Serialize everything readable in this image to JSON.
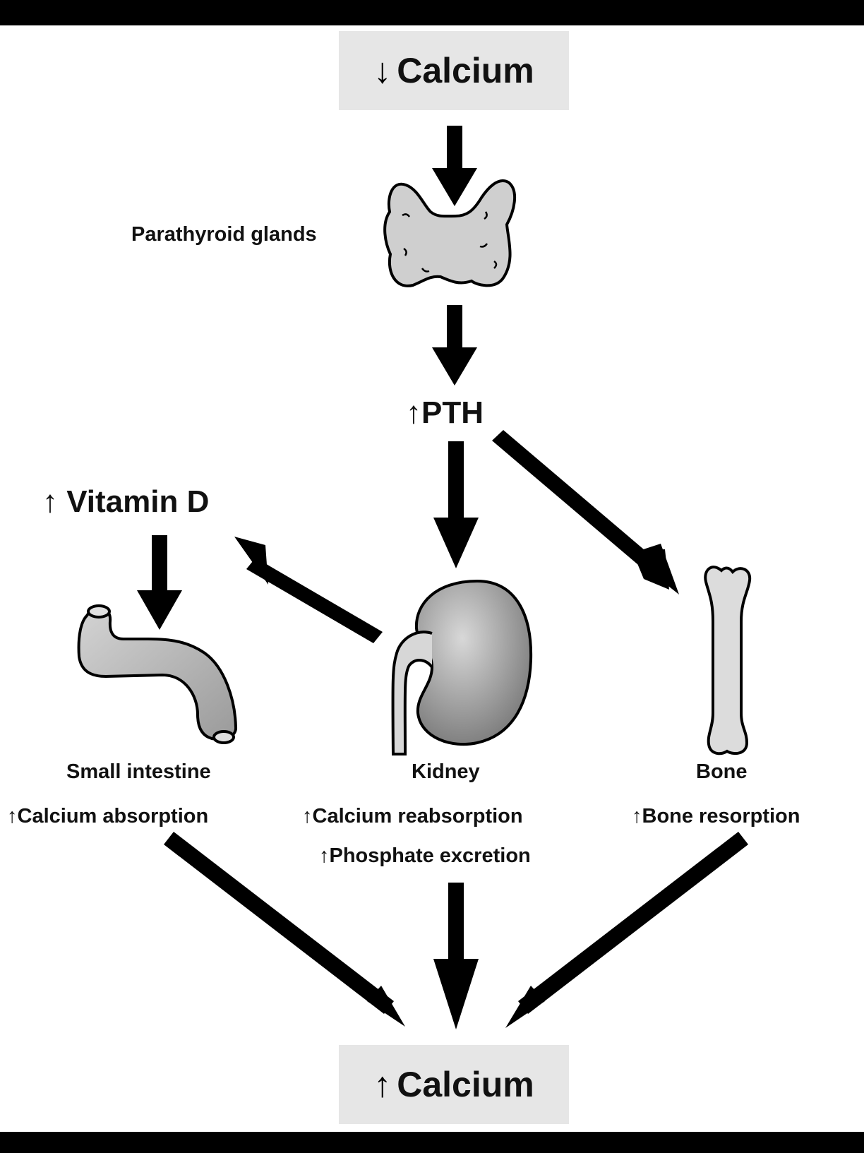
{
  "colors": {
    "background": "#000000",
    "panel": "#ffffff",
    "box": "#e6e6e6",
    "ink": "#111111",
    "organ_fill": "#bdbdbd"
  },
  "top_box": {
    "arrow": "down-arrow-icon",
    "label": "Calcium"
  },
  "parathyroid": {
    "label": "Parathyroid glands"
  },
  "pth": {
    "arrow": "up-arrow-icon",
    "label": "PTH"
  },
  "vitamin_d": {
    "arrow": "up-arrow-icon",
    "label": "Vitamin D"
  },
  "intestine": {
    "name": "Small intestine",
    "effect": "Calcium absorption"
  },
  "kidney": {
    "name": "Kidney",
    "effect1": "Calcium reabsorption",
    "effect2": "Phosphate excretion"
  },
  "bone": {
    "name": "Bone",
    "effect": "Bone resorption"
  },
  "bottom_box": {
    "arrow": "up-arrow-icon",
    "label": "Calcium"
  }
}
